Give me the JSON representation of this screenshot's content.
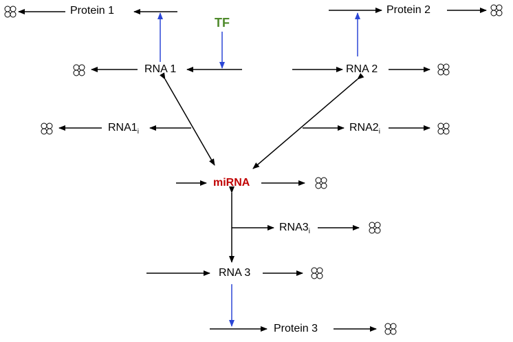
{
  "nodes": {
    "protein1": {
      "label": "Protein 1"
    },
    "protein2": {
      "label": "Protein 2"
    },
    "protein3": {
      "label": "Protein 3"
    },
    "tf": {
      "label": "TF"
    },
    "rna1": {
      "label": "RNA 1"
    },
    "rna2": {
      "label": "RNA 2"
    },
    "rna3": {
      "label": "RNA 3"
    },
    "rna1i": {
      "label": "RNA1",
      "sub": "i"
    },
    "rna2i": {
      "label": "RNA2",
      "sub": "i"
    },
    "rna3i": {
      "label": "RNA3",
      "sub": "i"
    },
    "mirna": {
      "label": "miRNA"
    }
  },
  "colors": {
    "arrow": "#000000",
    "translation_arrow": "#2b46d6",
    "tf": "#4e8a2b",
    "mirna": "#c00000"
  },
  "icons": {
    "degradation": "degradation-icon"
  }
}
